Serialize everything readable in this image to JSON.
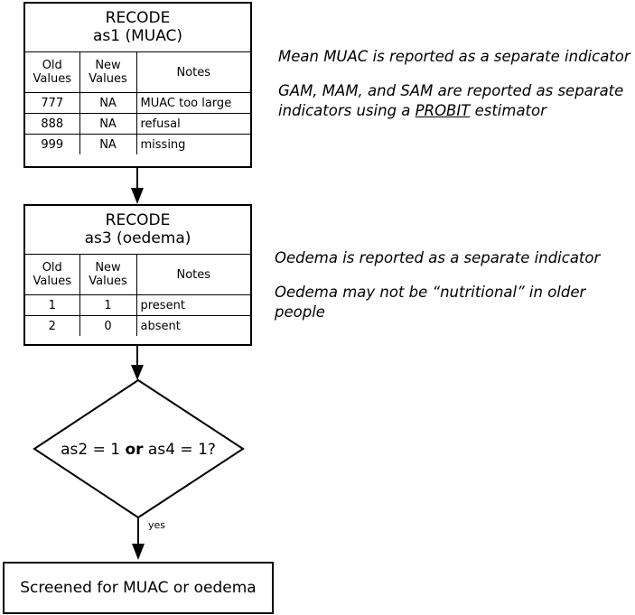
{
  "recode1": {
    "title_line1": "RECODE",
    "title_line2": "as1 (MUAC)",
    "headers": [
      "Old Values",
      "New Values",
      "Notes"
    ],
    "rows": [
      {
        "old": "777",
        "new": "NA",
        "note": "MUAC too large"
      },
      {
        "old": "888",
        "new": "NA",
        "note": "refusal"
      },
      {
        "old": "999",
        "new": "NA",
        "note": "missing"
      }
    ]
  },
  "recode2": {
    "title_line1": "RECODE",
    "title_line2": "as3 (oedema)",
    "headers": [
      "Old Values",
      "New Values",
      "Notes"
    ],
    "rows": [
      {
        "old": "1",
        "new": "1",
        "note": "present"
      },
      {
        "old": "2",
        "new": "0",
        "note": "absent"
      }
    ]
  },
  "notes": {
    "muac_1": "Mean MUAC is reported as a separate indicator",
    "muac_2a": "GAM, MAM, and SAM are reported as separate",
    "muac_2b_pre": "indicators using a ",
    "muac_2b_underlined": "PROBIT",
    "muac_2b_post": " estimator",
    "oedema_1": "Oedema is reported as a separate indicator",
    "oedema_2": "Oedema may not be “nutritional” in older people"
  },
  "decision": {
    "part1": "as2 = 1 ",
    "operator": "or",
    "part2": " as4 = 1?",
    "yes_label": "yes"
  },
  "final": {
    "label": "Screened for MUAC or oedema"
  }
}
